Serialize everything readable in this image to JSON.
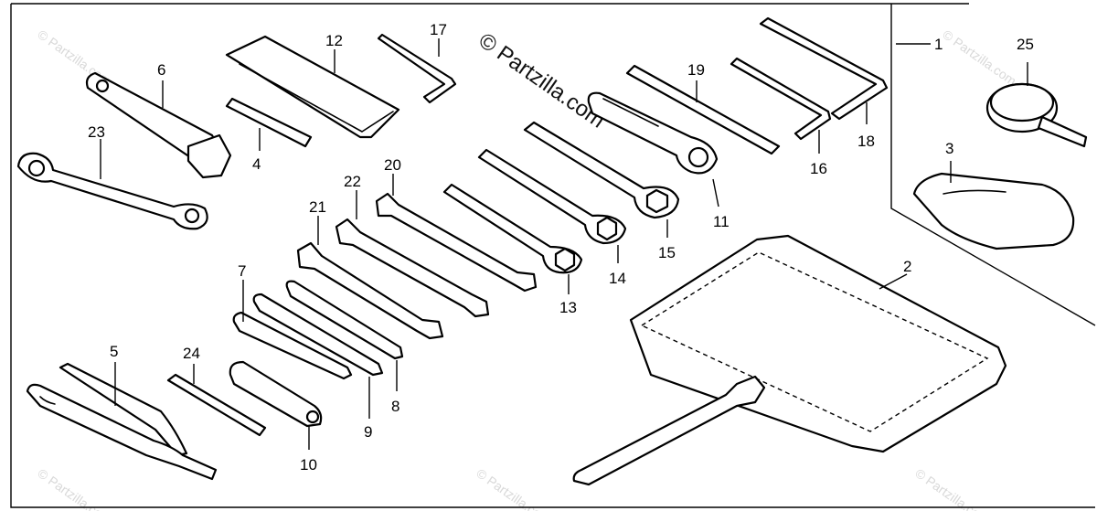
{
  "watermark": {
    "main_text": "© Partzilla.com",
    "faint_text": "© Partzilla.com"
  },
  "callouts": [
    "1",
    "2",
    "3",
    "4",
    "5",
    "6",
    "7",
    "8",
    "9",
    "10",
    "11",
    "12",
    "13",
    "14",
    "15",
    "16",
    "17",
    "18",
    "19",
    "20",
    "21",
    "22",
    "23",
    "24",
    "25"
  ],
  "colors": {
    "line": "#000000",
    "background": "#ffffff",
    "watermark_faint": "#d9d9d9"
  }
}
